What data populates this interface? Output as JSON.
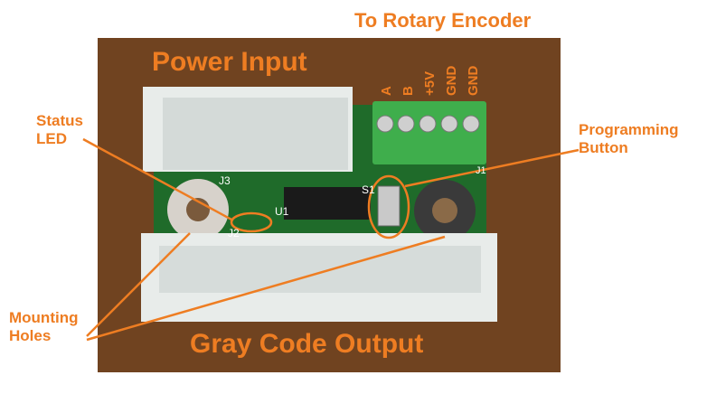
{
  "labels": {
    "top_title": "To Rotary Encoder",
    "power_input": "Power Input",
    "status_led_line1": "Status",
    "status_led_line2": "LED",
    "programming_line1": "Programming",
    "programming_line2": "Button",
    "mounting_line1": "Mounting",
    "mounting_line2": "Holes",
    "gray_code_output": "Gray Code Output"
  },
  "terminal_labels": [
    "A",
    "B",
    "+5V",
    "GND",
    "GND"
  ],
  "silkscreen": {
    "j3": "J3",
    "j2": "J2",
    "u1": "U1",
    "s1": "S1",
    "j1": "J1"
  },
  "colors": {
    "annotation": "#ee7d22",
    "pcb": "#1f6b2a",
    "terminal_block": "#3fae4c",
    "connector": "#e8ecea",
    "wood": "#6b3f1e"
  }
}
